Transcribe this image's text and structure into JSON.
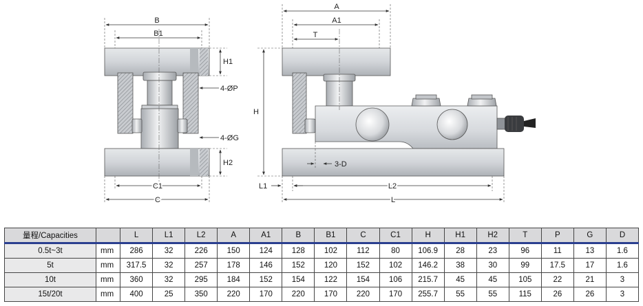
{
  "drawing": {
    "left_view_labels": [
      "B",
      "B1",
      "H1",
      "4-ØP",
      "4-ØG",
      "H2",
      "C1",
      "C"
    ],
    "right_view_labels": [
      "A",
      "A1",
      "T",
      "H",
      "3-D",
      "L1",
      "L2",
      "L"
    ]
  },
  "table": {
    "header_capacity": "量程/Capacities",
    "header_unit": "",
    "columns": [
      "L",
      "L1",
      "L2",
      "A",
      "A1",
      "B",
      "B1",
      "C",
      "C1",
      "H",
      "H1",
      "H2",
      "T",
      "P",
      "G",
      "D"
    ],
    "rows": [
      {
        "capacity": "0.5t~3t",
        "unit": "mm",
        "values": [
          "286",
          "32",
          "226",
          "150",
          "124",
          "128",
          "102",
          "112",
          "80",
          "106.9",
          "28",
          "23",
          "96",
          "11",
          "13",
          "1.6"
        ]
      },
      {
        "capacity": "5t",
        "unit": "mm",
        "values": [
          "317.5",
          "32",
          "257",
          "178",
          "146",
          "152",
          "120",
          "152",
          "102",
          "146.2",
          "38",
          "30",
          "99",
          "17.5",
          "17",
          "1.6"
        ]
      },
      {
        "capacity": "10t",
        "unit": "mm",
        "values": [
          "360",
          "32",
          "295",
          "184",
          "152",
          "154",
          "122",
          "154",
          "106",
          "215.7",
          "45",
          "45",
          "105",
          "22",
          "21",
          "3"
        ]
      },
      {
        "capacity": "15t/20t",
        "unit": "mm",
        "values": [
          "400",
          "25",
          "350",
          "220",
          "170",
          "220",
          "170",
          "220",
          "170",
          "255.7",
          "55",
          "55",
          "115",
          "26",
          "26",
          "3"
        ]
      }
    ]
  },
  "colors": {
    "header_bg": "#d9d9db",
    "header_rule": "#2a3f8f",
    "capacity_bg": "#e9e9ea",
    "metal": "#cfd2d6"
  }
}
